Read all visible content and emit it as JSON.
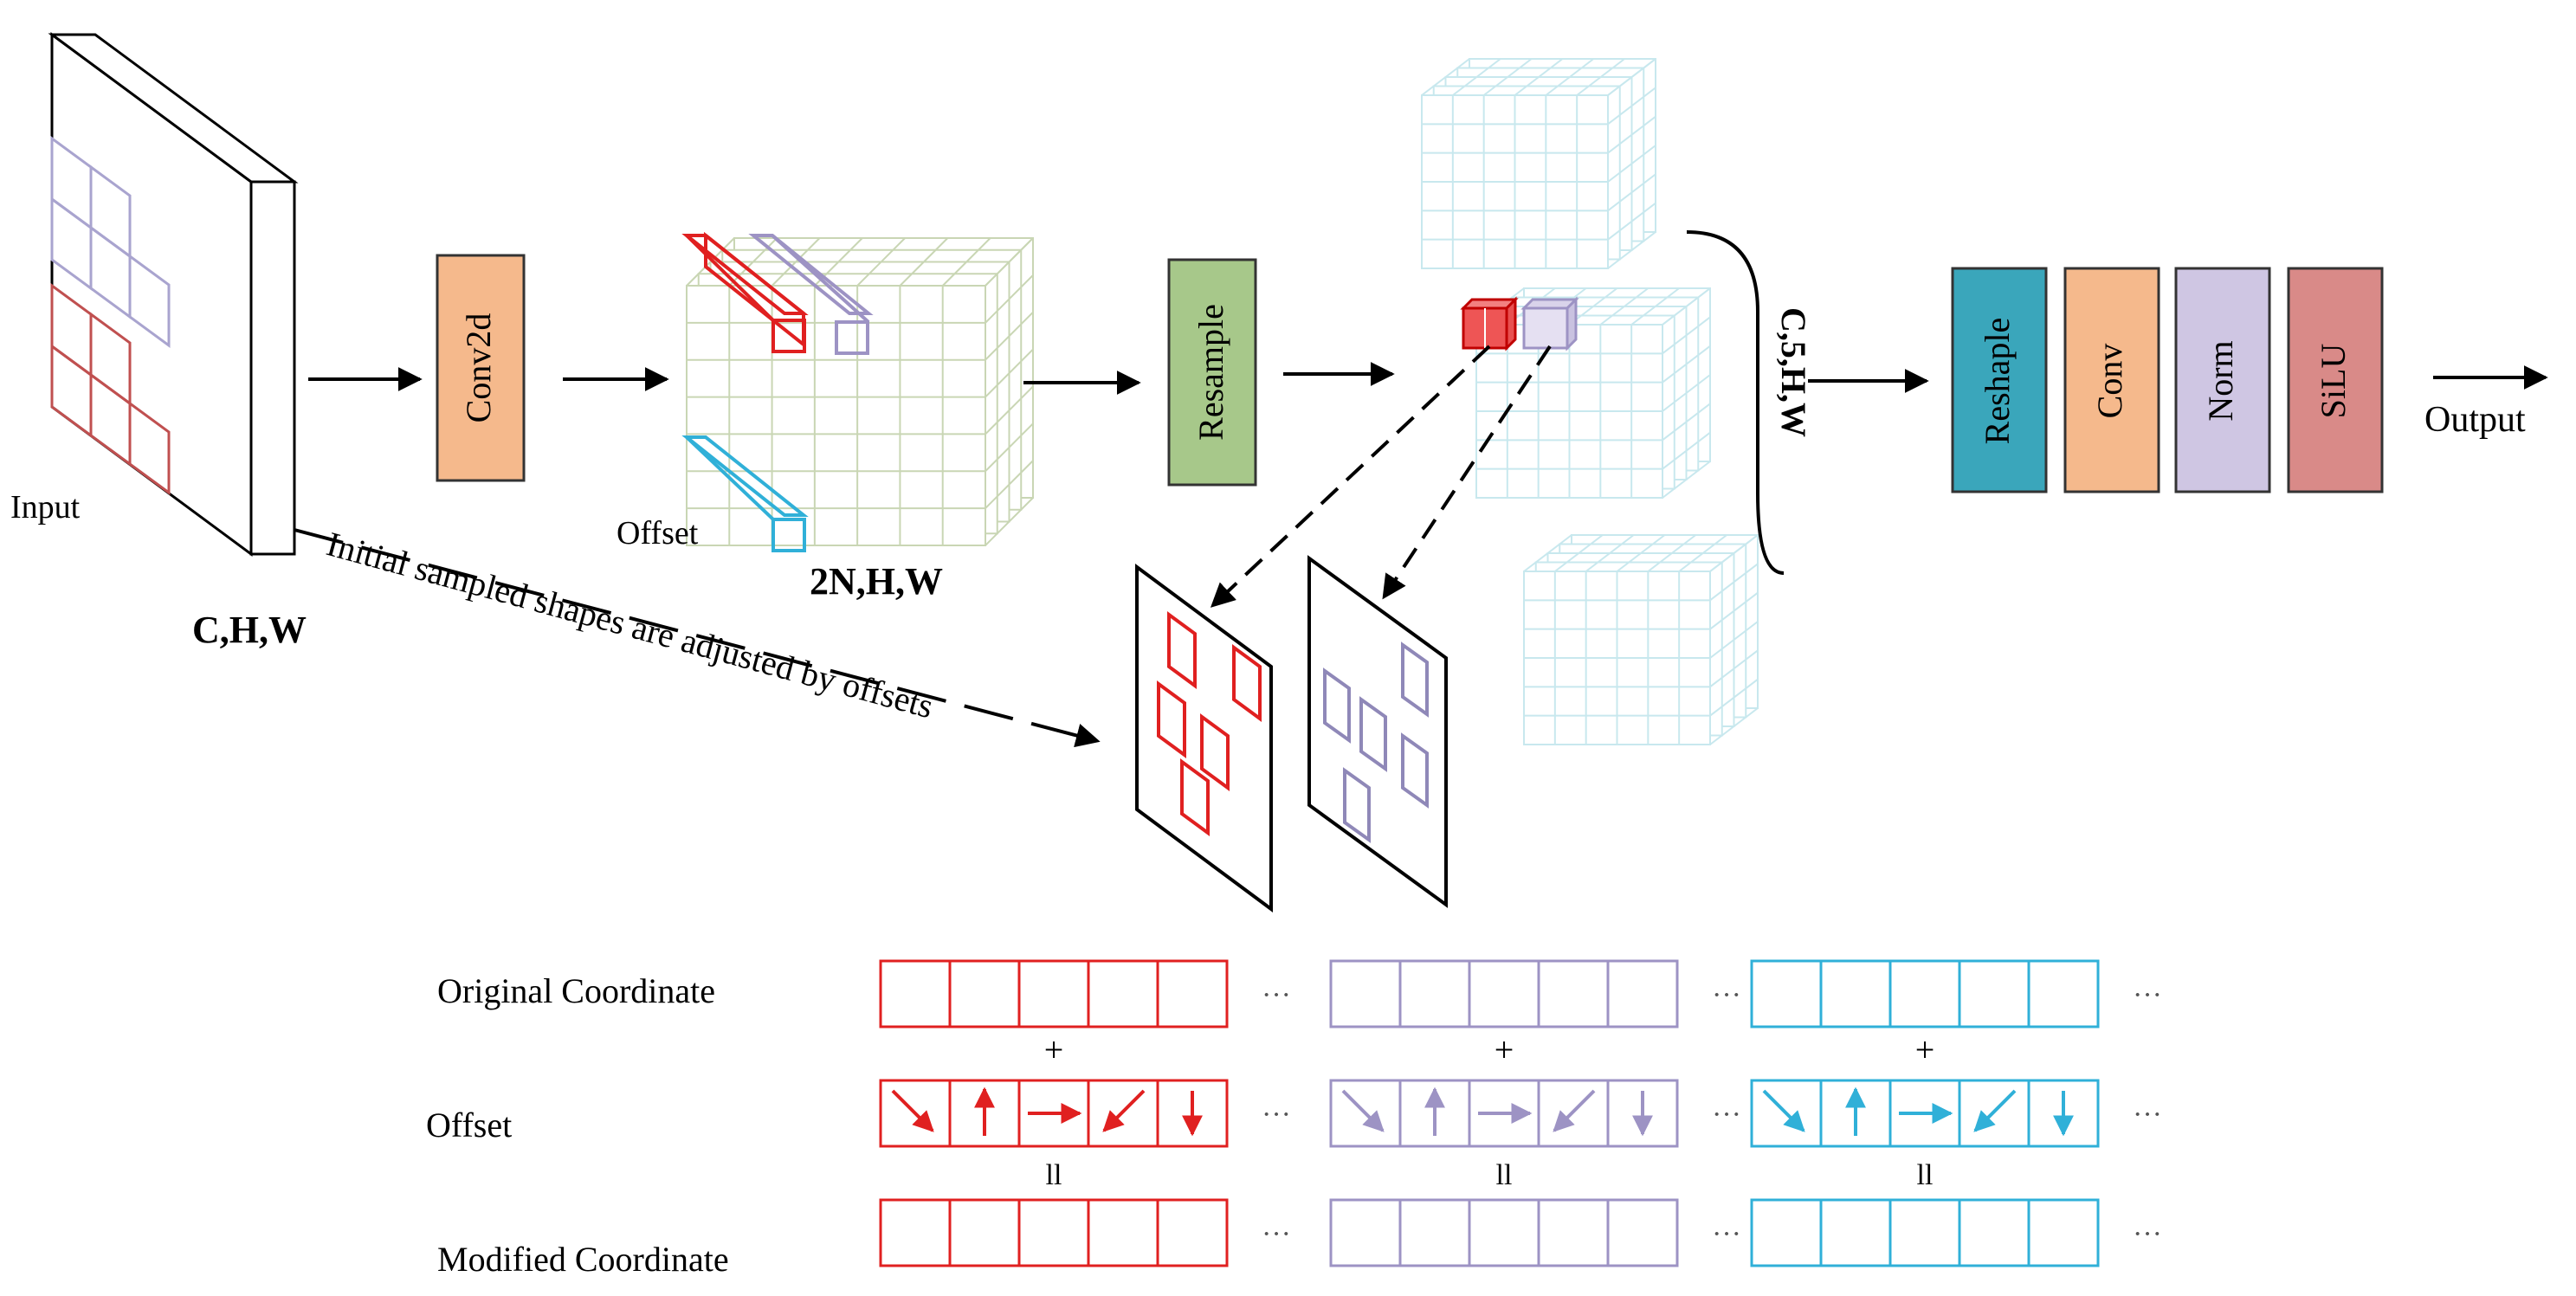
{
  "labels": {
    "input": "Input",
    "input_shape": "C,H,W",
    "conv2d": "Conv2d",
    "offset": "Offset",
    "offset_shape": "2N,H,W",
    "resample": "Resample",
    "stack_shape": "C,5,H,W",
    "reshape": "Reshaple",
    "conv": "Conv",
    "norm": "Norm",
    "silu": "SiLU",
    "output": "Output",
    "dashed_note": "Initial sampled shapes are adjusted by offsets",
    "row_original": "Original Coordinate",
    "row_offset": "Offset",
    "row_modified": "Modified Coordinate",
    "plus": "+",
    "equals": "ll",
    "ellipsis": "···"
  },
  "colors": {
    "red": "#e02020",
    "purple": "#9d93c4",
    "cyan": "#30b0d8",
    "conv2d_fill": "#f5b98c",
    "resample_fill": "#a7c88a",
    "reshape_fill": "#3aa6bb",
    "conv_fill": "#f5b98c",
    "norm_fill": "#cfc6e3",
    "silu_fill": "#d98a88",
    "grid_olive": "#c9d6b4",
    "grid_cyan": "#c8e8ee",
    "grid_purple": "#9e9ec2"
  },
  "icons": [
    "arrow-right-icon",
    "dashed-arrow-icon",
    "arrow-up-icon",
    "arrow-down-icon",
    "arrow-diag-icon"
  ]
}
